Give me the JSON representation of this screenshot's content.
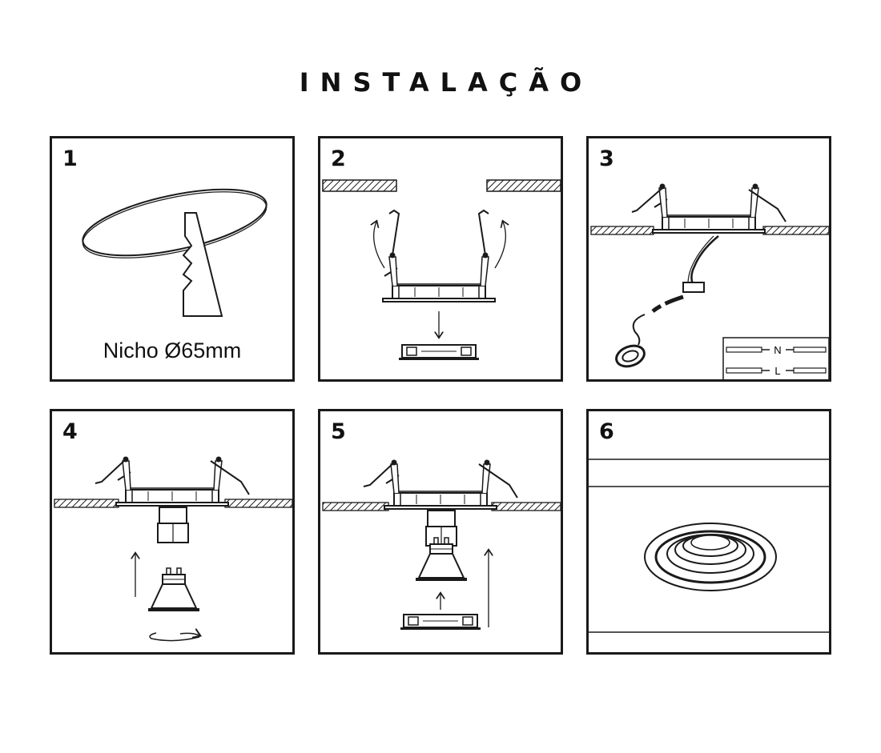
{
  "title": "INSTALAÇÃO",
  "steps": [
    {
      "number": "1",
      "caption": "Nicho Ø65mm"
    },
    {
      "number": "2"
    },
    {
      "number": "3",
      "legend": {
        "neutral": "N",
        "live": "L"
      }
    },
    {
      "number": "4"
    },
    {
      "number": "5"
    },
    {
      "number": "6"
    }
  ],
  "colors": {
    "line": "#1a1a1a",
    "background": "#ffffff"
  }
}
